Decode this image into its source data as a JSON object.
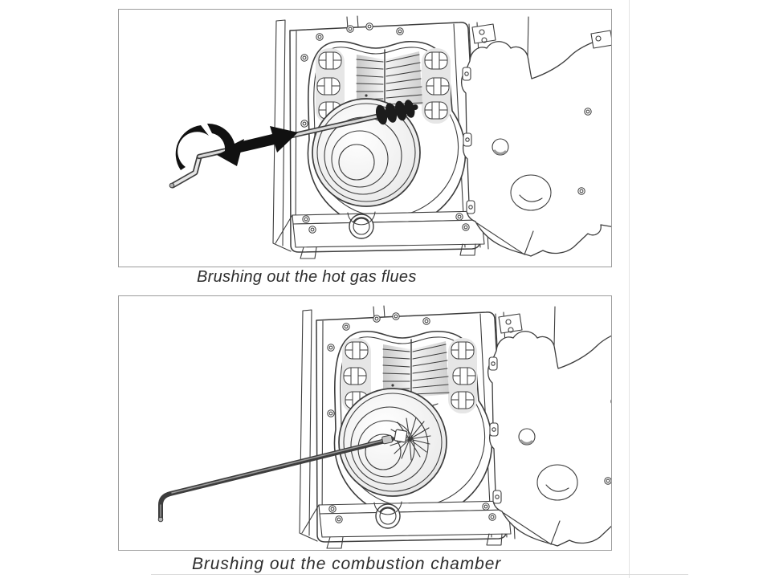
{
  "page": {
    "background": "#ffffff"
  },
  "colors": {
    "line": "#3d3d3d",
    "panel_border": "#9c9c9c",
    "caption_text": "#2d2d2d",
    "brush_dark": "#1c1c1c",
    "shade_light": "#e6e6e6",
    "faint_guide": "#e0e0e0"
  },
  "figures": [
    {
      "caption": "Brushing out the hot gas flues"
    },
    {
      "caption": "Brushing out the combustion chamber"
    }
  ],
  "icons": {
    "rotation_arrow": "curved-black-rotate-arrow",
    "insertion_arrow": "straight-black-right-arrow"
  }
}
